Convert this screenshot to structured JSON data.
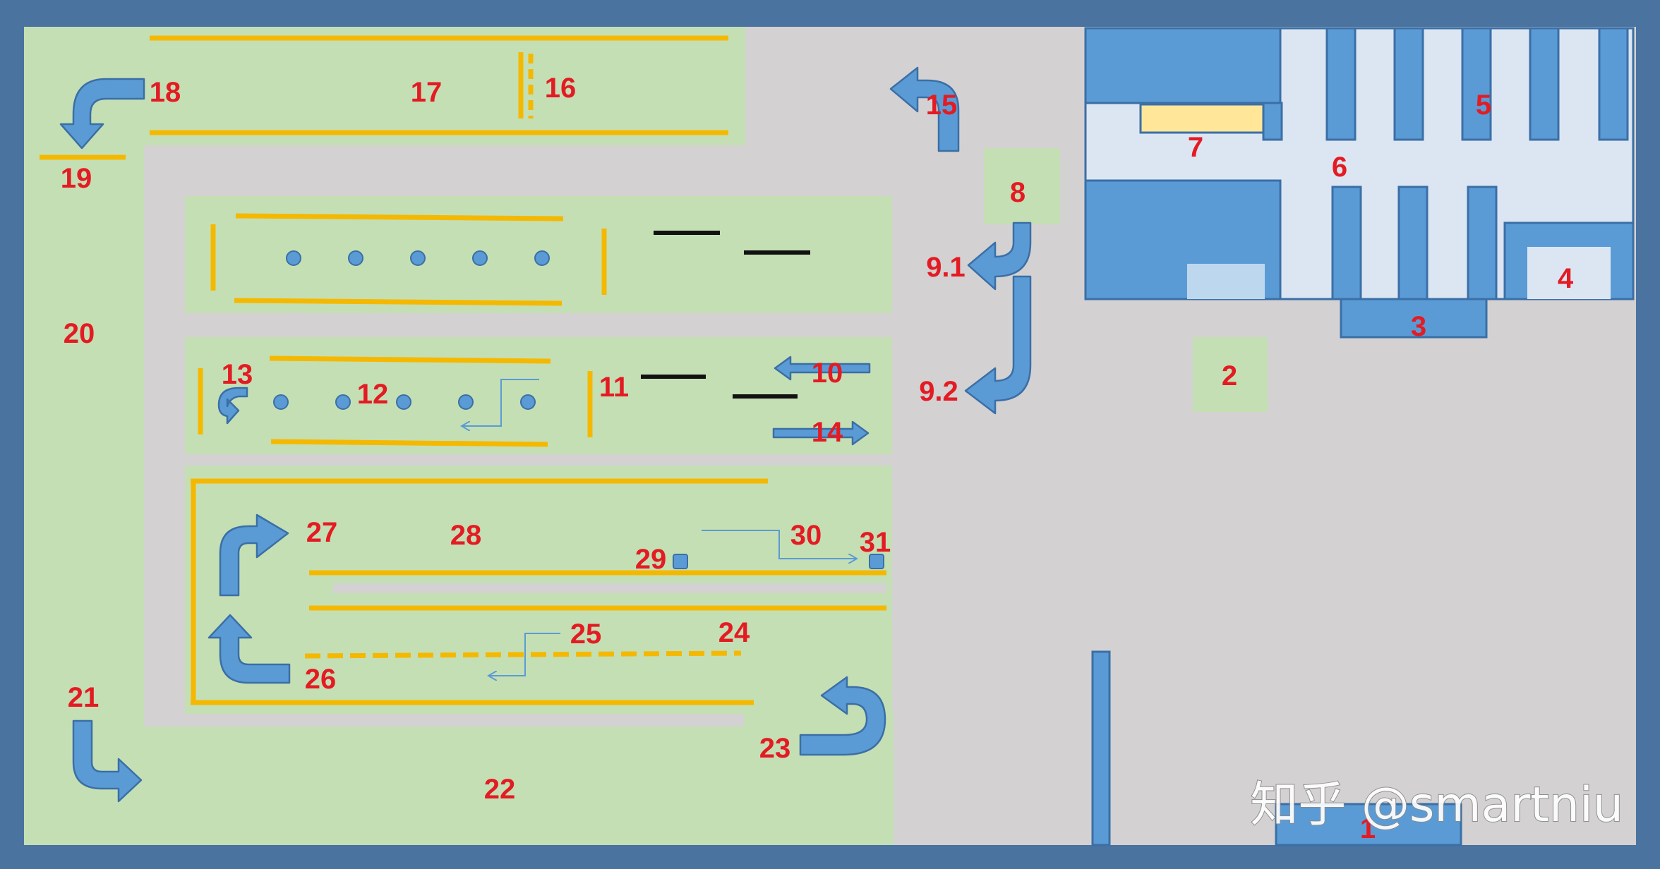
{
  "diagram": {
    "labels": {
      "l1": "1",
      "l2": "2",
      "l3": "3",
      "l4": "4",
      "l5": "5",
      "l6": "6",
      "l7": "7",
      "l8": "8",
      "l9_1": "9.1",
      "l9_2": "9.2",
      "l10": "10",
      "l11": "11",
      "l12": "12",
      "l13": "13",
      "l14": "14",
      "l15": "15",
      "l16": "16",
      "l17": "17",
      "l18": "18",
      "l19": "19",
      "l20": "20",
      "l21": "21",
      "l22": "22",
      "l23": "23",
      "l24": "24",
      "l25": "25",
      "l26": "26",
      "l27": "27",
      "l28": "28",
      "l29": "29",
      "l30": "30",
      "l31": "31"
    },
    "watermark": "知乎 @smartniu"
  },
  "colors": {
    "frame": "#4a73a0",
    "floor": "#d3d1d2",
    "green": "#c5dfb4",
    "blue": "#5b9bd5",
    "blue_stroke": "#3b6fa6",
    "pale_blue": "#dce6f2",
    "yellow": "#f5b800",
    "label": "#e31b23"
  }
}
